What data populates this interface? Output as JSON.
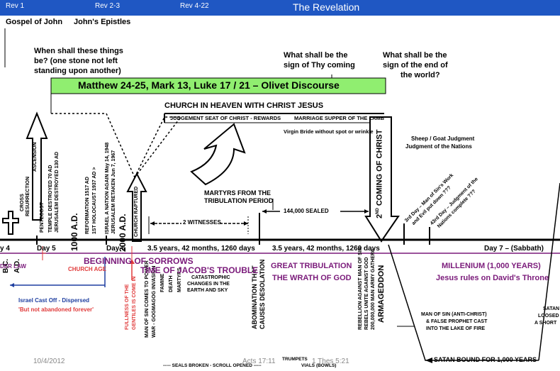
{
  "header": {
    "rev1": "Rev 1",
    "rev23": "Rev 2-3",
    "rev422": "Rev 4-22",
    "title": "The Revelation"
  },
  "top": {
    "gospel": "Gospel of John",
    "epistles": "John's Epistles"
  },
  "questions": {
    "q1a": "When shall these things",
    "q1b": "be?  (one stone not left",
    "q1c": "standing upon another)",
    "q2a": "What shall be the",
    "q2b": "sign of Thy coming",
    "q3a": "What shall be the",
    "q3b": "sign of the end of",
    "q3c": "the world?"
  },
  "discourse": "Matthew 24-25, Mark 13, Luke 17 / 21 – Olivet Discourse",
  "heaven": {
    "church": "CHURCH IN HEAVEN WITH CHRIST JESUS",
    "judgement": "JUDGEMENT SEAT OF CHRIST - REWARDS",
    "marriage": "MARRIAGE SUPPER OF THE LAMB",
    "bride": "Virgin Bride without spot or wrinkle"
  },
  "sheep": {
    "a": "Sheep / Goat Judgment",
    "b": "Judgment of the Nations"
  },
  "martyrs": {
    "a": "MARTYRS FROM THE",
    "b": "TRIBULATION PERIOD"
  },
  "witnesses": "2 WITNESSES",
  "sealed": "144,000 SEALED",
  "second": {
    "nd": "ND",
    "label": "COMING OF CHRIST",
    "num": "2"
  },
  "verticals": {
    "cross": "CROSS",
    "resurrection": "RESURRECTION",
    "ascension": "ASCENSION",
    "pentecost": "PENTECOST",
    "temple": "TEMPLE DESTROYED 70 AD",
    "jerusalem": "JERUSALEM DESTROYED 130 AD",
    "reformation": "REFORMATION 1517 AD",
    "holocaust": "1ST HOLOCAUST 1937 AD >",
    "israel": "ISRAEL A NATION AGAIN May 14, 1948",
    "jerusalemRetaken": "JERUSALEM RETAKEN  Jun 7, 1967",
    "raptured": "CHURCH RAPTURED",
    "ad1000": "1000 A.D.",
    "ad2000": "2000 A.D.",
    "bc": "B.C.",
    "ad": "A.D.",
    "fullness1": "FULLNESS OF THE",
    "fullness2": "GENTILES IS COME IN",
    "mos1": "MAN OF SIN COMES TO POWER",
    "mos2": "WAR - GOGMAGOG INVASION",
    "famine": "FAMINE",
    "death": "DEATH",
    "martyrs": "MARTYRS",
    "abom1": "ABOMINATION THAT",
    "abom2": "CAUSES DESOLATION",
    "reb1": "REBELLION AGAINST MAN OF SIN",
    "reb2": "REBELS UNITE AGAINST GOD",
    "reb3": "200,000,000 MAN ARMY GATHERS",
    "armageddon": "ARMAGEDDON"
  },
  "catastrophic": {
    "a": "CATASTROPHIC",
    "b": "CHANGES IN THE",
    "c": "EARTH AND SKY"
  },
  "timeline": {
    "day4": "y 4",
    "day5": "Day 5",
    "day6": "Day 6",
    "half1": "3.5 years, 42 months, 1260 days",
    "half2": "3.5 years, 42 months, 1260 days",
    "day7": "Day 7 – (Sabbath)"
  },
  "ages": {
    "law": "DER LAW",
    "church": "CHURCH AGE",
    "sorrows": "BEGINNING OF SORROWS",
    "jacob": "TIME OF JACOB'S TROUBLE",
    "great": "GREAT TRIBULATION",
    "wrath": "THE WRATH OF GOD",
    "millenium": "MILLENIUM  (1,000 YEARS)",
    "throne": "Jesus rules on David's Throne"
  },
  "israel": {
    "a": "Israel Cast Off - Dispersed",
    "b": "'But not abandoned forever'"
  },
  "slanted": {
    "a": "3rd Day – Man of Sin's Work",
    "b": "and Evil put down ???",
    "c": "43rd Day – Judgment of the",
    "d": "Nations complete ???"
  },
  "lake": {
    "a": "MAN OF SIN (ANTI-CHRIST)",
    "b": "& FALSE PROPHET CAST",
    "c": "INTO THE LAKE OF FIRE"
  },
  "satanRight": {
    "a": "SATAN",
    "b": "LOOSED",
    "c": "A SHORT"
  },
  "bottom": {
    "date": "10/4/2012",
    "acts": "Acts 17:11",
    "thes": "1 Thes 5:21",
    "seals": "----- SEALS BROKEN - SCROLL OPENED -----",
    "trumpets": "TRUMPETS",
    "vials": "VIALS (BOWLS)",
    "satanBound": "SATAN BOUND FOR 1,000 YEARS"
  },
  "colors": {
    "header": "#1f57c3",
    "discourse": "#90ee70",
    "purple": "#7a1a7a",
    "blue": "#1f3fa0",
    "red": "#e03a3a"
  }
}
